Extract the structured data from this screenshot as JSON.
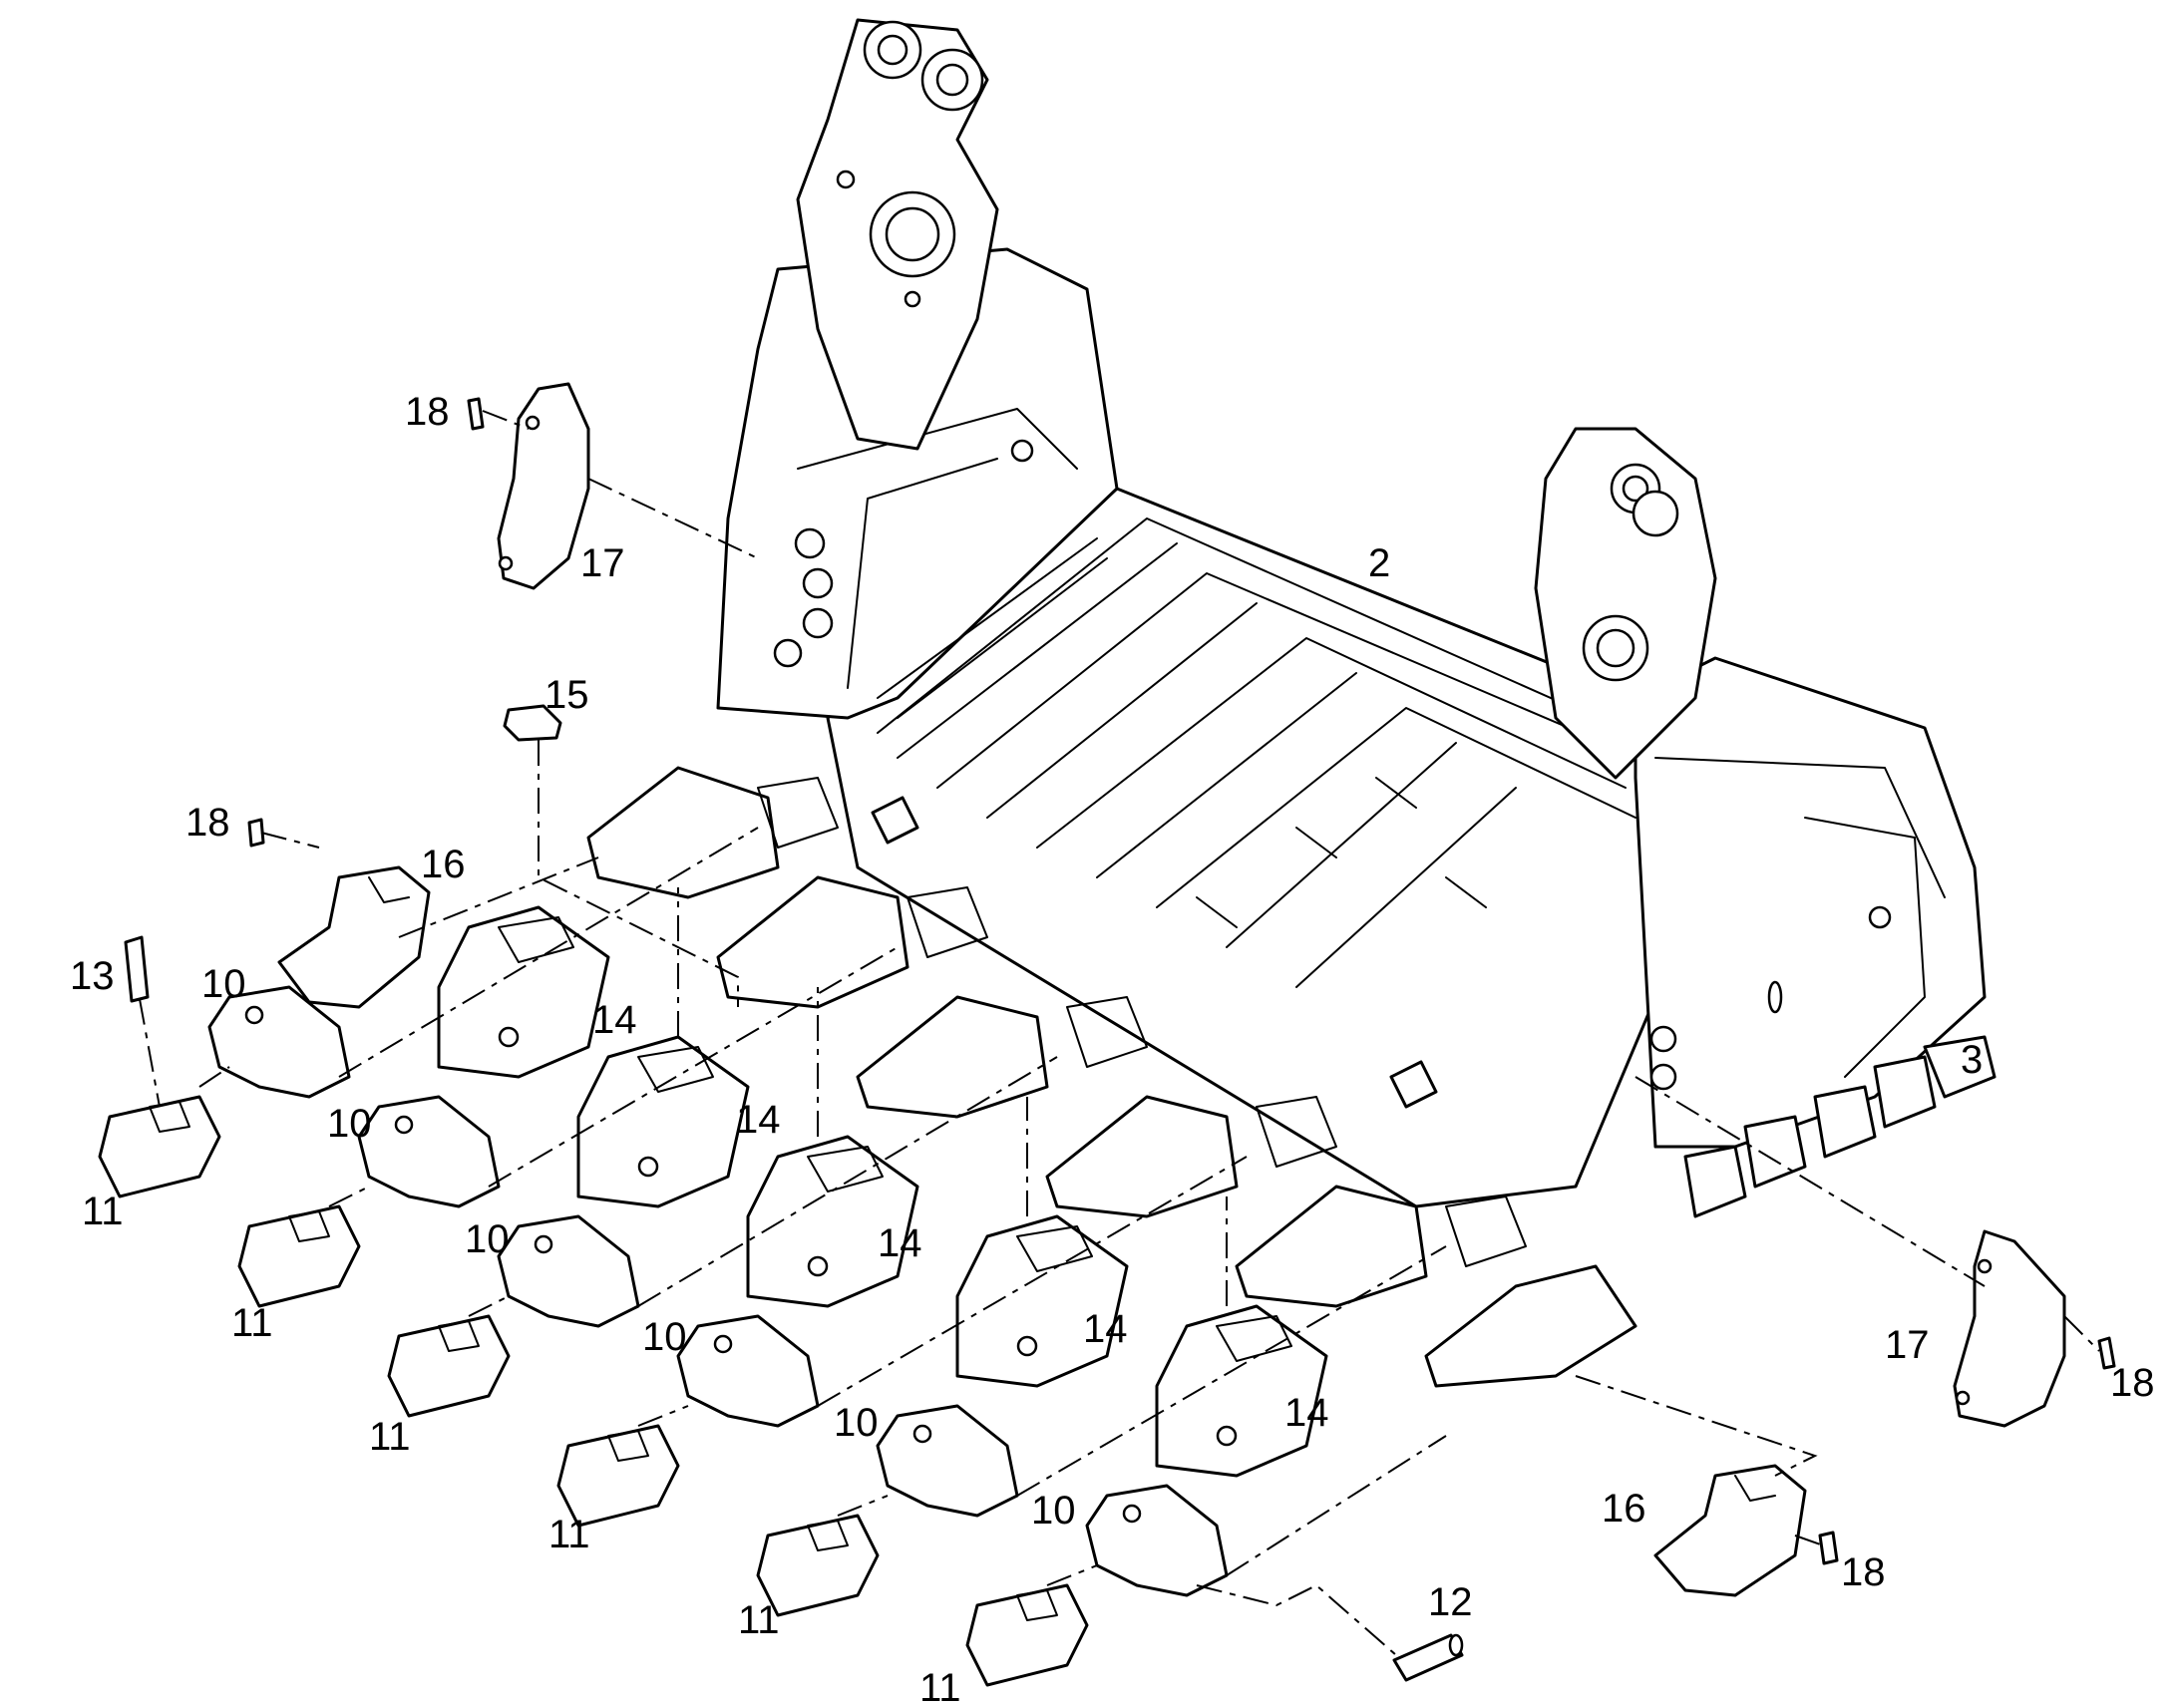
{
  "diagram": {
    "callouts": [
      {
        "id": "c2",
        "label": "2"
      },
      {
        "id": "c3",
        "label": "3"
      },
      {
        "id": "c10a",
        "label": "10"
      },
      {
        "id": "c10b",
        "label": "10"
      },
      {
        "id": "c10c",
        "label": "10"
      },
      {
        "id": "c10d",
        "label": "10"
      },
      {
        "id": "c10e",
        "label": "10"
      },
      {
        "id": "c10f",
        "label": "10"
      },
      {
        "id": "c11a",
        "label": "11"
      },
      {
        "id": "c11b",
        "label": "11"
      },
      {
        "id": "c11c",
        "label": "11"
      },
      {
        "id": "c11d",
        "label": "11"
      },
      {
        "id": "c11e",
        "label": "11"
      },
      {
        "id": "c11f",
        "label": "11"
      },
      {
        "id": "c12",
        "label": "12"
      },
      {
        "id": "c13",
        "label": "13"
      },
      {
        "id": "c14a",
        "label": "14"
      },
      {
        "id": "c14b",
        "label": "14"
      },
      {
        "id": "c14c",
        "label": "14"
      },
      {
        "id": "c14d",
        "label": "14"
      },
      {
        "id": "c14e",
        "label": "14"
      },
      {
        "id": "c15",
        "label": "15"
      },
      {
        "id": "c16a",
        "label": "16"
      },
      {
        "id": "c16b",
        "label": "16"
      },
      {
        "id": "c17a",
        "label": "17"
      },
      {
        "id": "c17b",
        "label": "17"
      },
      {
        "id": "c18a",
        "label": "18"
      },
      {
        "id": "c18b",
        "label": "18"
      },
      {
        "id": "c18c",
        "label": "18"
      },
      {
        "id": "c18d",
        "label": "18"
      }
    ]
  }
}
